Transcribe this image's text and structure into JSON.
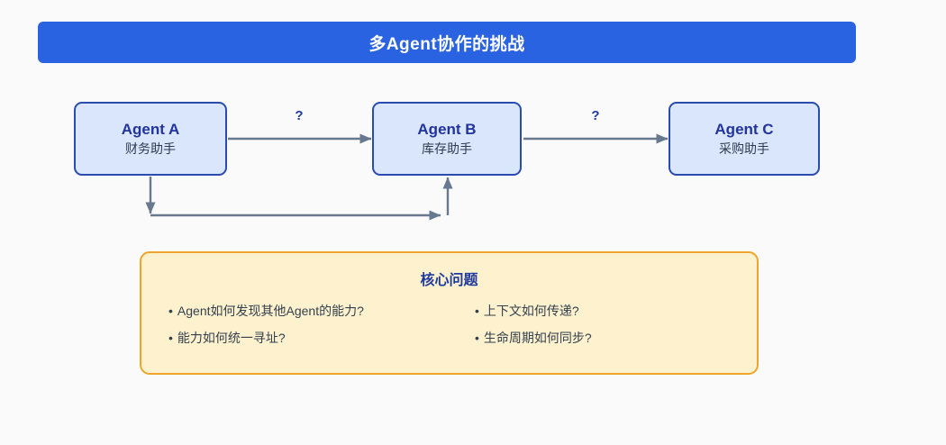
{
  "banner": {
    "title": "多Agent协作的挑战",
    "background_color": "#2a63e2",
    "text_color": "#ffffff"
  },
  "diagram": {
    "background_color": "#fafafa",
    "agent_box_fill": "#dae6fb",
    "agent_box_border": "#2a4bb0",
    "arrow_color": "#68788f",
    "agents": [
      {
        "id": "agent-a",
        "title": "Agent A",
        "subtitle": "财务助手"
      },
      {
        "id": "agent-b",
        "title": "Agent B",
        "subtitle": "库存助手"
      },
      {
        "id": "agent-c",
        "title": "Agent C",
        "subtitle": "采购助手"
      }
    ],
    "arrow_labels": [
      {
        "id": "label-ab",
        "text": "?"
      },
      {
        "id": "label-bc",
        "text": "?"
      }
    ]
  },
  "questions": {
    "title": "核心问题",
    "background_color": "#fdf2cd",
    "border_color": "#efa52c",
    "title_color": "#1f3a9e",
    "bullet": "•",
    "left_column": [
      "Agent如何发现其他Agent的能力?",
      "能力如何统一寻址?"
    ],
    "right_column": [
      "上下文如何传递?",
      "生命周期如何同步?"
    ]
  }
}
